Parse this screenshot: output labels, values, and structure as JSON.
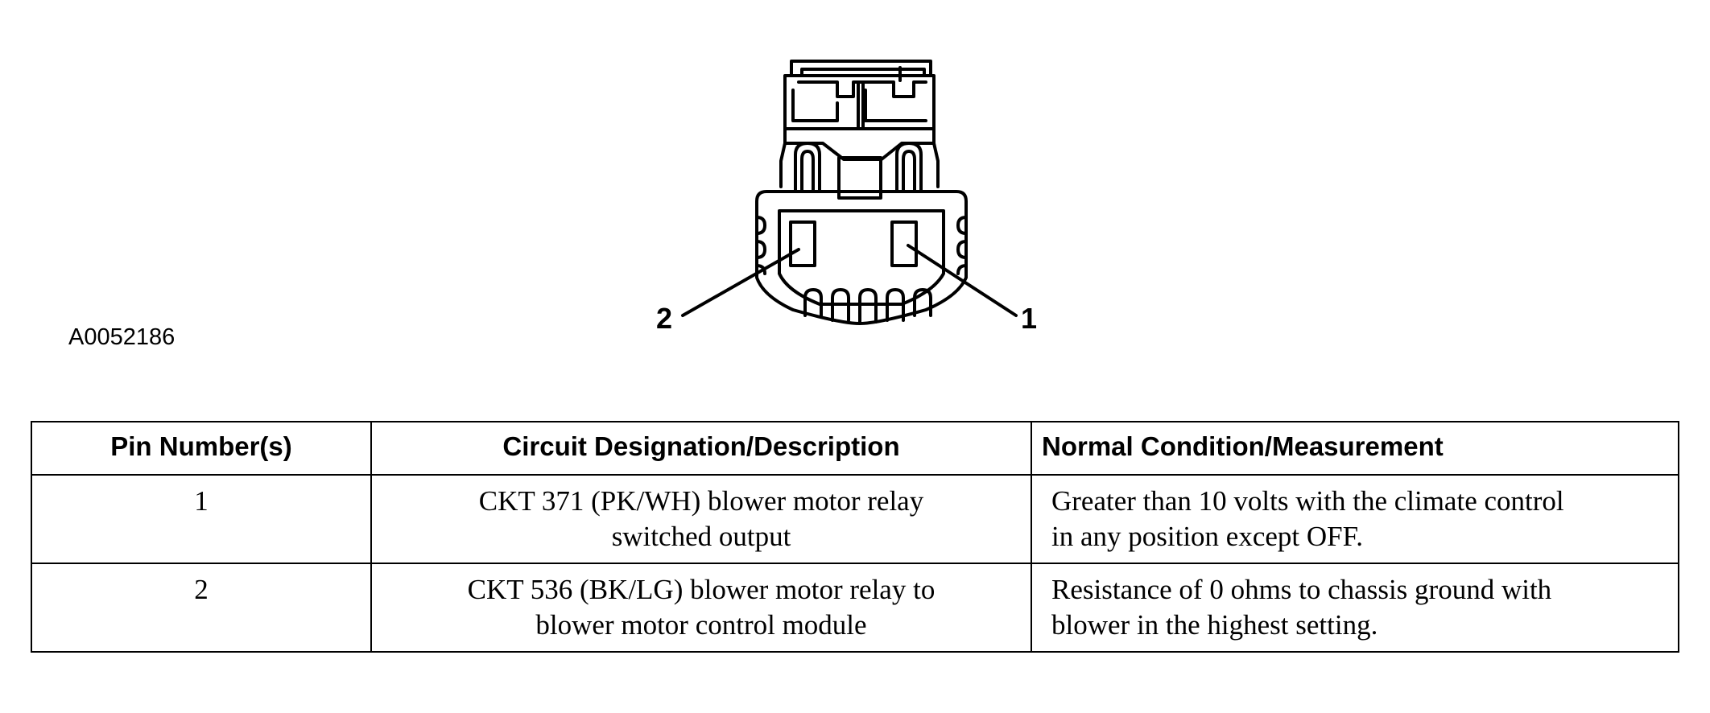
{
  "figure": {
    "id": "A0052186",
    "pin_callouts": [
      "2",
      "1"
    ]
  },
  "table": {
    "headers": [
      "Pin Number(s)",
      "Circuit Designation/Description",
      "Normal Condition/Measurement"
    ],
    "rows": [
      {
        "pin": "1",
        "description": [
          "CKT 371 (PK/WH) blower motor relay",
          "switched output"
        ],
        "condition": [
          "Greater than 10 volts with the climate control",
          "in any position except OFF."
        ]
      },
      {
        "pin": "2",
        "description": [
          "CKT 536 (BK/LG) blower motor relay to",
          "blower motor control module"
        ],
        "condition": [
          "Resistance of 0 ohms to chassis ground with",
          "blower in the highest setting."
        ]
      }
    ]
  }
}
